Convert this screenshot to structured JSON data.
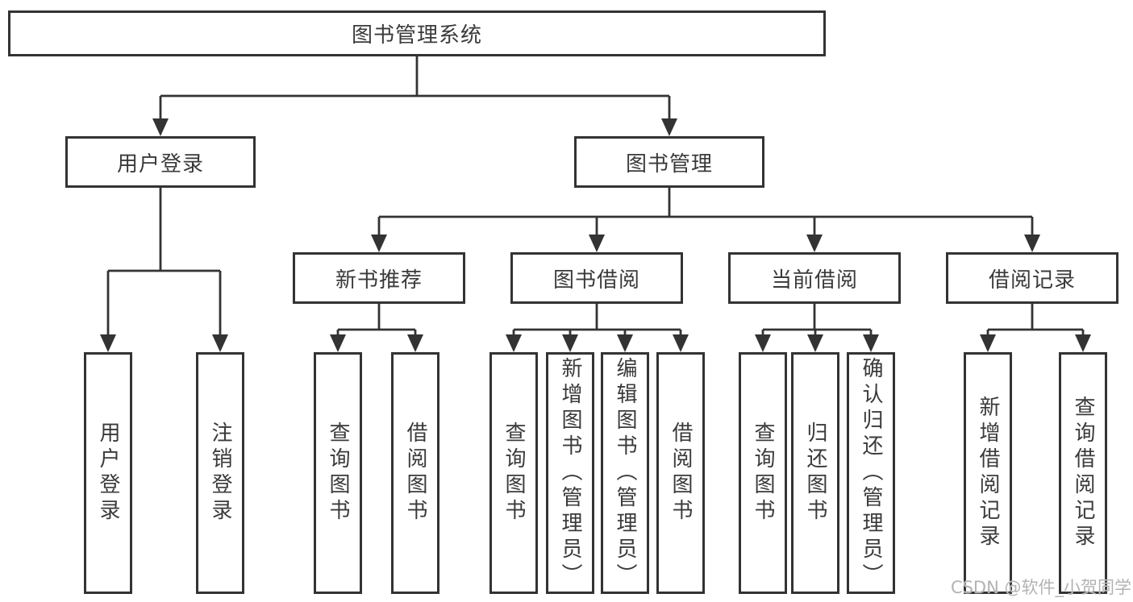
{
  "diagram": {
    "root": "图书管理系统",
    "branches": {
      "user_login": "用户登录",
      "book_management": "图书管理"
    },
    "book_management_children": {
      "new_book_recommend": "新书推荐",
      "book_borrow": "图书借阅",
      "current_borrow": "当前借阅",
      "borrow_records": "借阅记录"
    },
    "leaves": {
      "user_login": "用户登录",
      "logout": "注销登录",
      "nbr_query_books": "查询图书",
      "nbr_borrow_books": "借阅图书",
      "bb_query_books": "查询图书",
      "bb_add_books": "新增图书（管理员）",
      "bb_edit_books": "编辑图书（管理员）",
      "bb_borrow_books": "借阅图书",
      "cb_query_books": "查询图书",
      "cb_return_books": "归还图书",
      "cb_confirm_return": "确认归还（管理员）",
      "br_add_record": "新增借阅记录",
      "br_query_record": "查询借阅记录"
    }
  },
  "watermark": "CSDN @软件_小贺同学",
  "colors": {
    "line": "#333333",
    "text": "#3a3a3a",
    "watermark": "#b3b3b3",
    "background": "#ffffff"
  }
}
